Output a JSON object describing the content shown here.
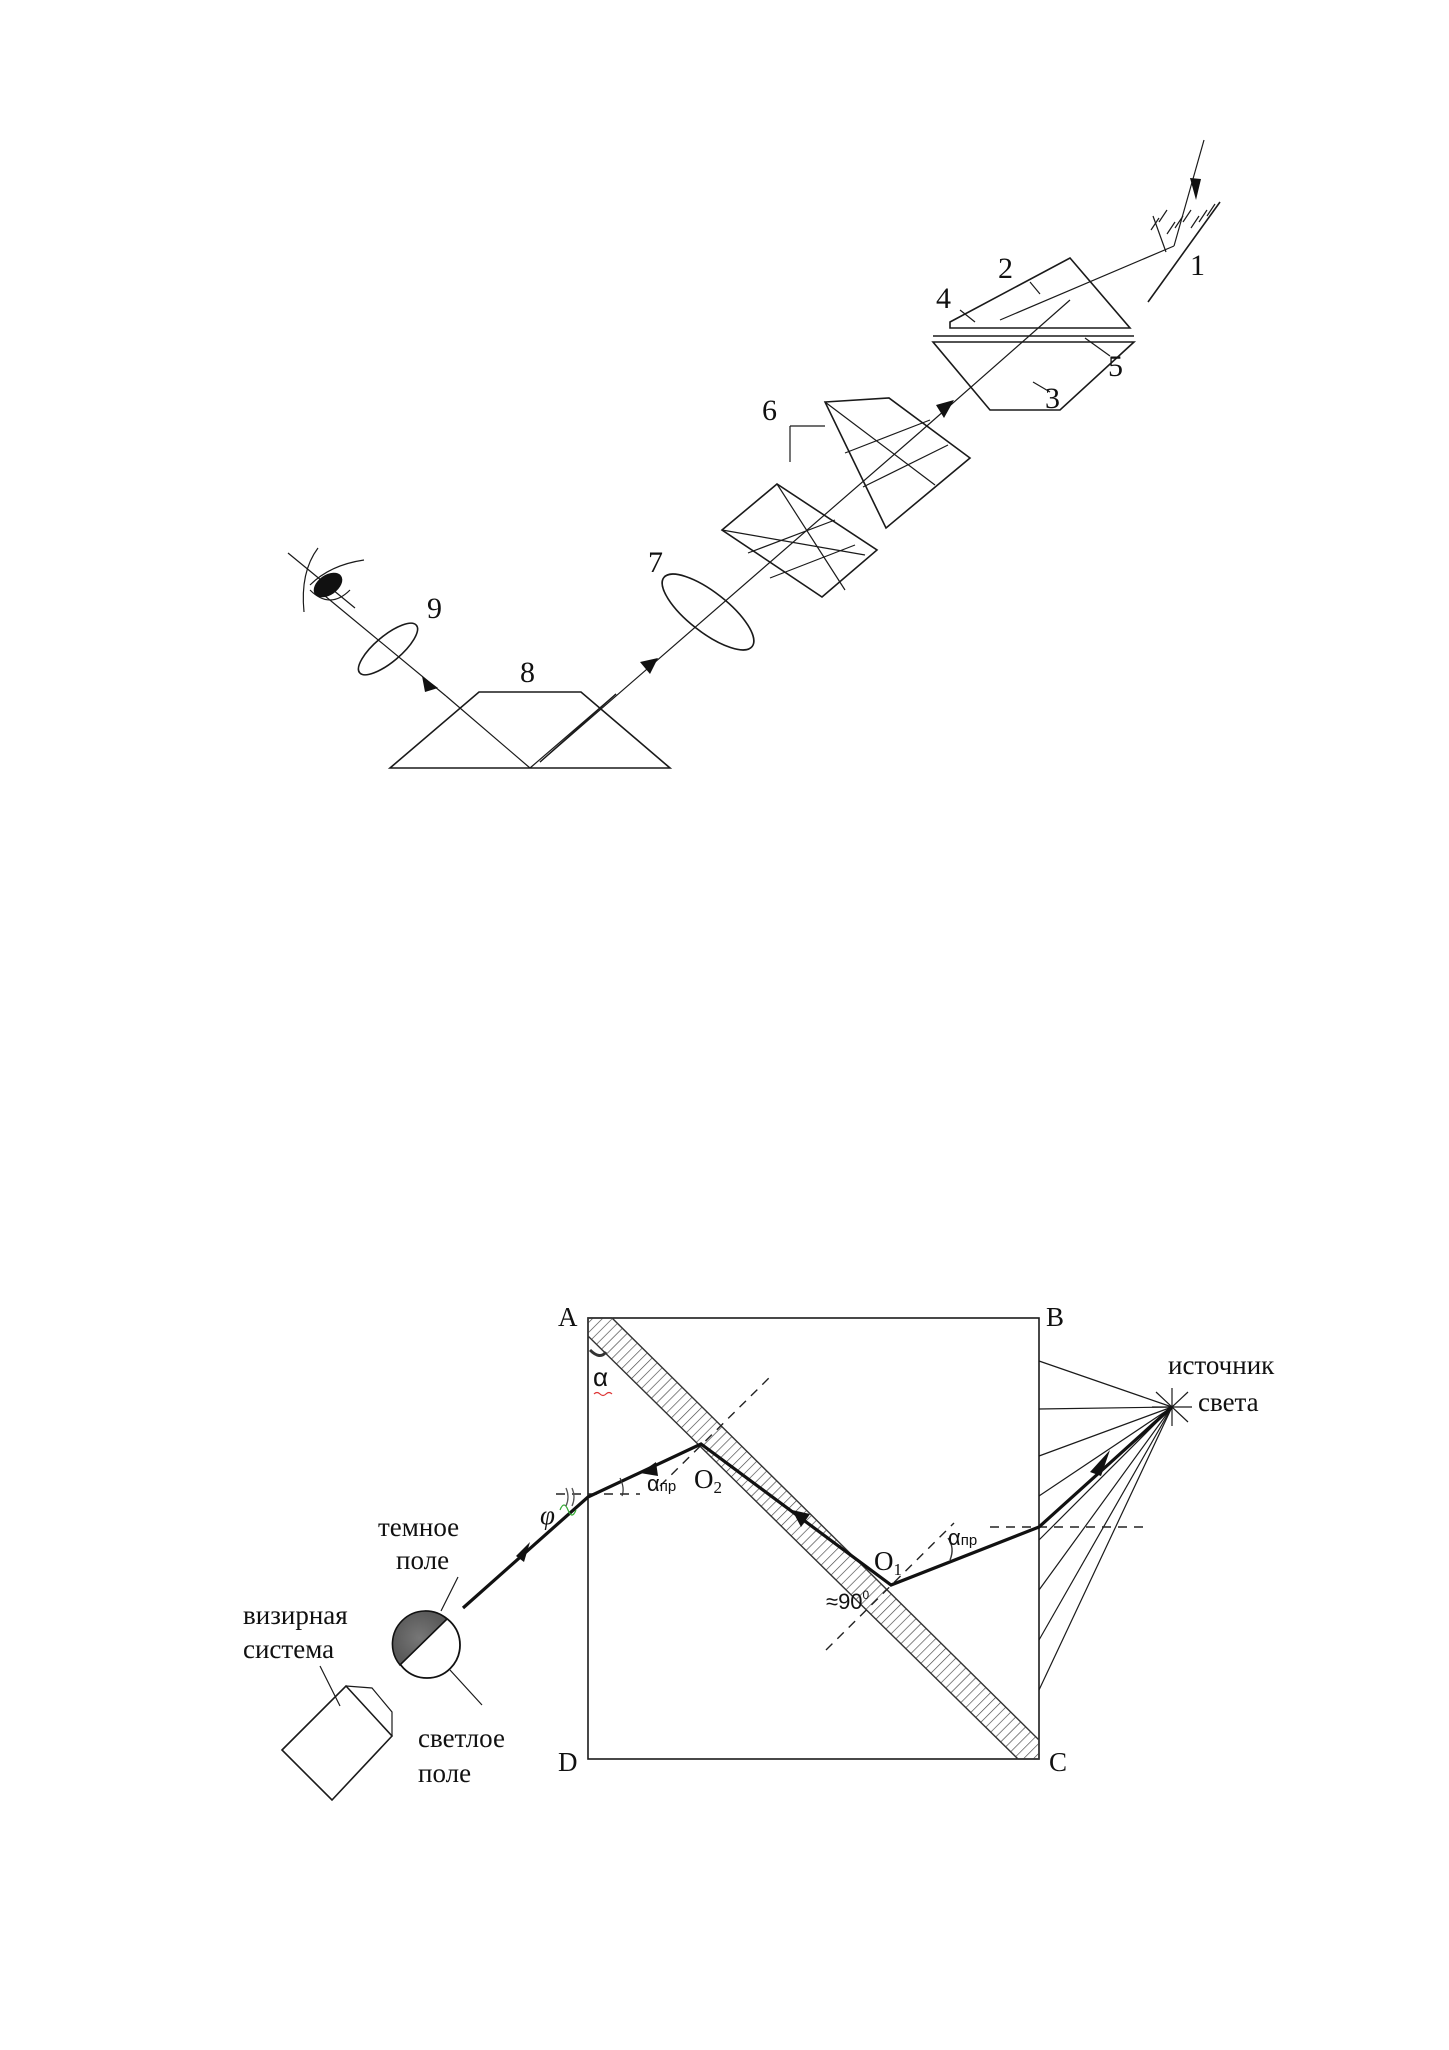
{
  "figure1": {
    "labels": [
      "1",
      "2",
      "3",
      "4",
      "5",
      "6",
      "7",
      "8",
      "9"
    ]
  },
  "figure2": {
    "corners": {
      "a": "A",
      "b": "B",
      "c": "C",
      "d": "D"
    },
    "alpha": "α",
    "alpha_crit": "α",
    "alpha_crit_sub": "пр",
    "o1": "O",
    "o1_sub": "1",
    "o2": "O",
    "o2_sub": "2",
    "approx90": "≈90",
    "degree": "0",
    "phi": "φ",
    "source_line1": "источник",
    "source_line2": "света",
    "dark_field_line1": "темное",
    "dark_field_line2": "поле",
    "light_field_line1": "светлое",
    "light_field_line2": "поле",
    "sighting_line1": "визирная",
    "sighting_line2": "система"
  }
}
